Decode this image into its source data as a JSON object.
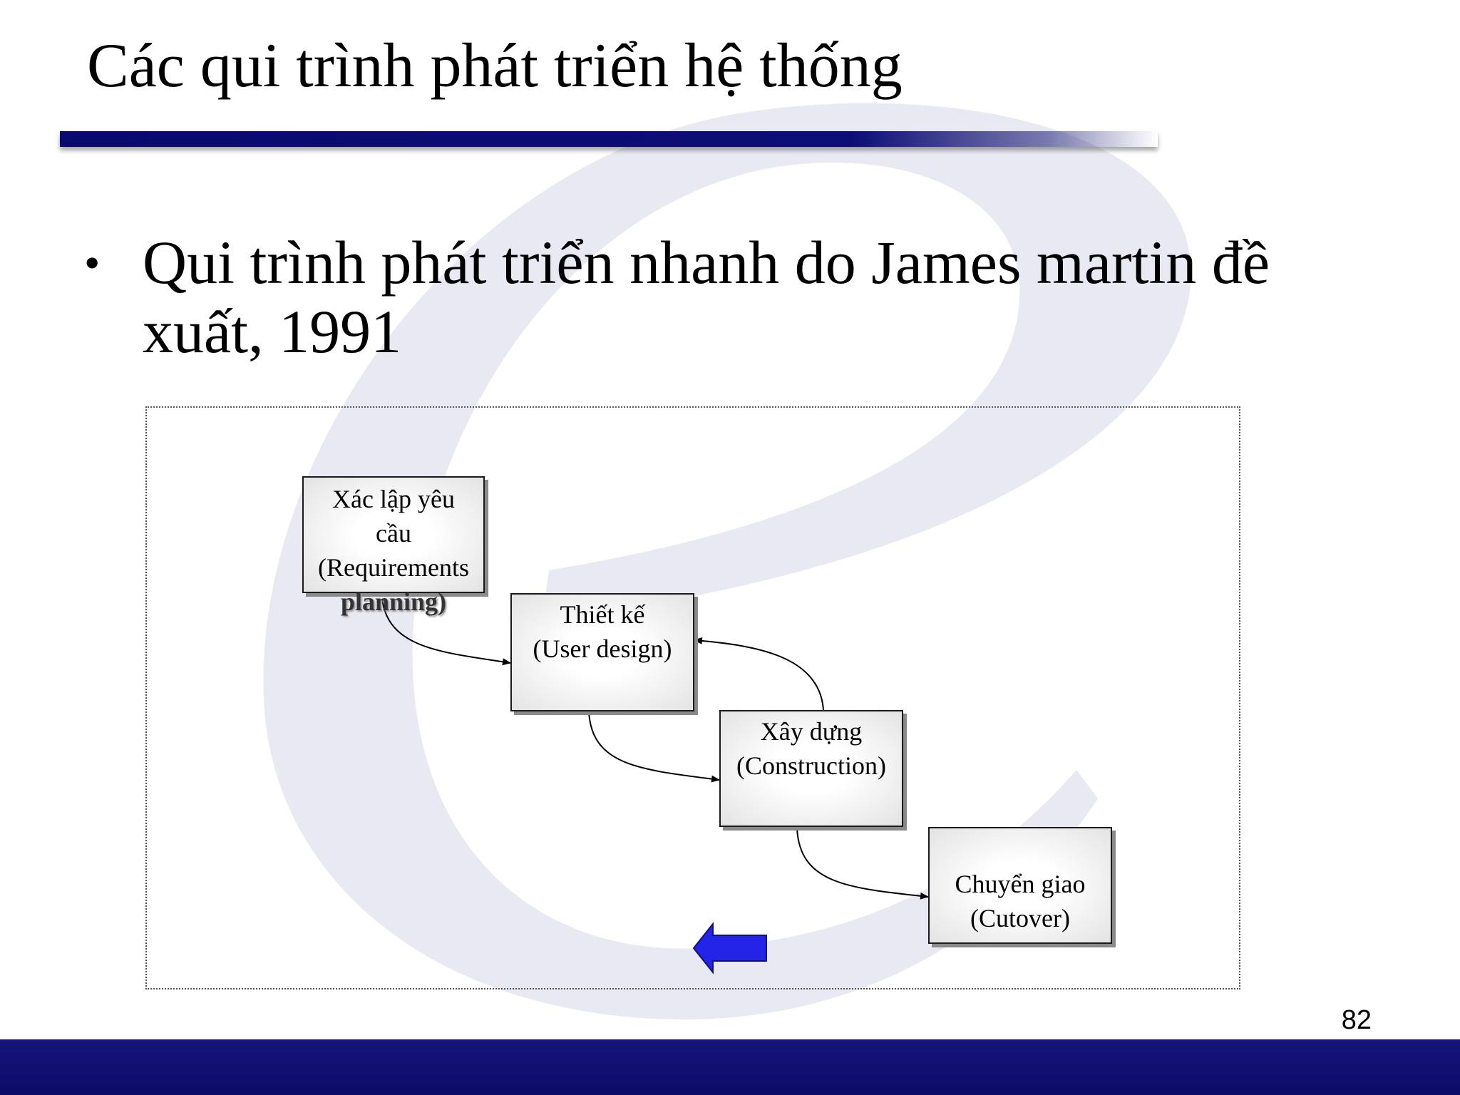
{
  "slide": {
    "title": "Các qui trình phát triển hệ thống",
    "bullet_symbol": "•",
    "bullet_text": "Qui trình phát triển nhanh do James martin đề xuất, 1991",
    "page_number": "82"
  },
  "diagram": {
    "steps": [
      {
        "lines": [
          "Xác lập yêu",
          "cầu",
          "(Requirements",
          "planning)"
        ]
      },
      {
        "lines": [
          "Thiết kế",
          "(User design)"
        ]
      },
      {
        "lines": [
          "Xây dựng",
          "(Construction)"
        ]
      },
      {
        "lines": [
          "Chuyển giao",
          "(Cutover)"
        ]
      }
    ],
    "back_icon": "left-arrow-icon"
  },
  "colors": {
    "title_rule": "#0c0c74",
    "footer_band": "#0b0b68",
    "back_arrow": "#2424e8",
    "watermark": "#e9e9f3"
  }
}
